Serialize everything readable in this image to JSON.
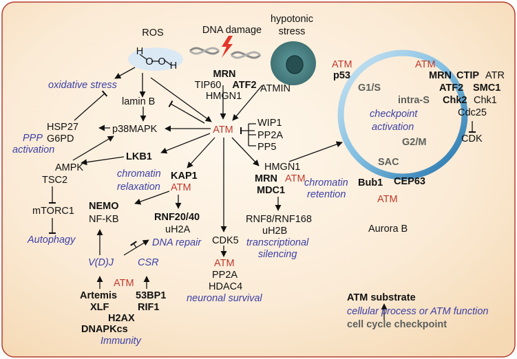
{
  "labels": {
    "ros": "ROS",
    "dna_damage": "DNA damage",
    "hypotonic_1": "hypotonic",
    "hypotonic_2": "stress",
    "h2o2_h1": "H",
    "h2o2_o1": "O",
    "h2o2_o2": "O",
    "h2o2_h2": "H",
    "oxidative_stress": "oxidative stress",
    "lamin_b": "lamin B",
    "mrn_top": "MRN",
    "tip60": "TIP60",
    "atf2_top": "ATF2",
    "hmgn1_top": "HMGN1",
    "atmin": "ATMIN",
    "atm_center": "ATM",
    "hsp27": "HSP27",
    "g6pd": "G6PD",
    "ppp_1": "PPP",
    "ppp_2": "activation",
    "p38mapk": "p38MAPK",
    "wip1": "WIP1",
    "pp2a_right": "PP2A",
    "pp5": "PP5",
    "lkb1": "LKB1",
    "ampk": "AMPK",
    "tsc2": "TSC2",
    "mtorc1": "mTORC1",
    "autophagy": "Autophagy",
    "chromatin_relax_1": "chromatin",
    "chromatin_relax_2": "relaxation",
    "kap1": "KAP1",
    "atm_kap1": "ATM",
    "nemo": "NEMO",
    "nfkb": "NF-KB",
    "rnf2040": "RNF20/40",
    "uh2a": "uH2A",
    "dna_repair": "DNA repair",
    "vdj": "V(D)J",
    "csr": "CSR",
    "atm_immunity": "ATM",
    "artemis": "Artemis",
    "xlf": "XLF",
    "h2ax": "H2AX",
    "dnapkcs": "DNAPKcs",
    "bp53": "53BP1",
    "rif1": "RIF1",
    "immunity": "Immunity",
    "cdk5": "CDK5",
    "atm_cdk5": "ATM",
    "pp2a_bottom": "PP2A",
    "hdac4": "HDAC4",
    "neuronal_survival": "neuronal survival",
    "hmgn1_mid": "HMGN1",
    "mrn_mid": "MRN",
    "atm_mid": "ATM",
    "mdc1": "MDC1",
    "chromatin_ret_1": "chromatin",
    "chromatin_ret_2": "retention",
    "rnf8": "RNF8/RNF168",
    "uh2b": "uH2B",
    "transcr_1": "transcriptional",
    "transcr_2": "silencing",
    "atm_p53": "ATM",
    "p53": "p53",
    "atm_intras": "ATM",
    "mrn_right": "MRN",
    "ctip": "CTIP",
    "atr": "ATR",
    "atf2_right": "ATF2",
    "smc1": "SMC1",
    "chk2": "Chk2",
    "chk1": "Chk1",
    "cdc25": "Cdc25",
    "cdk": "CDK",
    "g1s": "G1/S",
    "intra_s": "intra-S",
    "checkpoint_1": "checkpoint",
    "checkpoint_2": "activation",
    "g2m": "G2/M",
    "sac": "SAC",
    "bub1": "Bub1",
    "cep63": "CEP63",
    "atm_sac": "ATM",
    "aurora_b": "Aurora B"
  },
  "legend": {
    "substrate": "ATM substrate",
    "process": "cellular process or ATM function",
    "checkpoint": "cell cycle checkpoint"
  },
  "colors": {
    "atm_red": "#c0392b",
    "process_blue": "#3b3fa6",
    "checkpoint_gray": "#5b5f5b",
    "panel_bg": "#fbe9d3",
    "border": "#b5392c"
  }
}
